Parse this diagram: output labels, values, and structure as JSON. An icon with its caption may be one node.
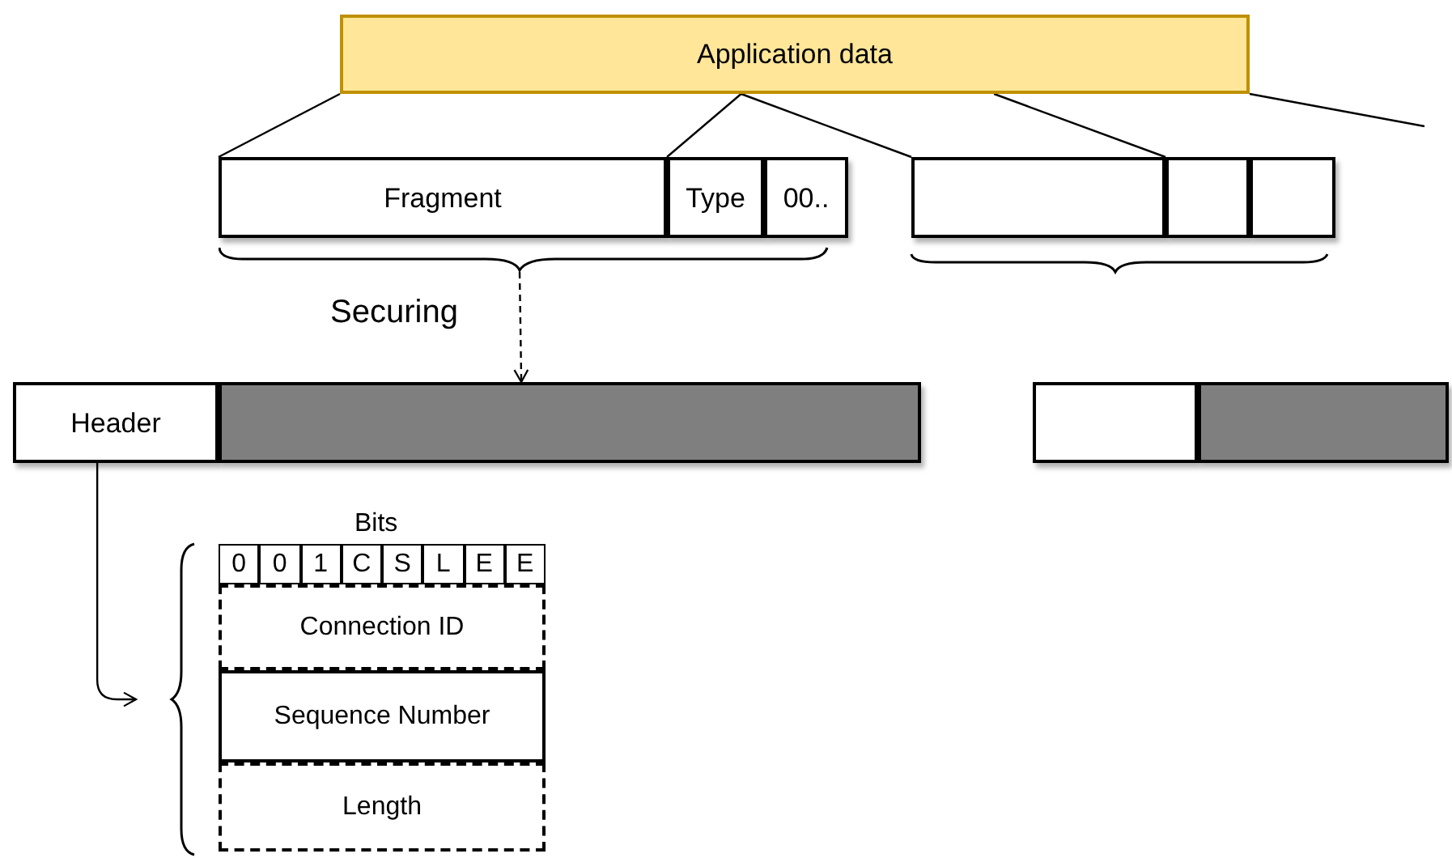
{
  "diagram": {
    "nodes": [
      {
        "text": [
          "Application data"
        ]
      },
      {
        "text": [
          "Fragment"
        ]
      },
      {
        "text": [
          "Type"
        ]
      },
      {
        "text": [
          "00.."
        ]
      },
      {
        "text": [],
        "shape": "box"
      },
      {
        "text": [],
        "shape": "box"
      },
      {
        "text": [],
        "shape": "box"
      },
      {
        "text": [
          "Header"
        ]
      },
      {
        "text": [],
        "shape": "bar"
      },
      {
        "text": [],
        "shape": "box"
      },
      {
        "text": [],
        "shape": "bar"
      },
      {
        "text": [
          "0"
        ]
      },
      {
        "text": [
          "0"
        ]
      },
      {
        "text": [
          "1"
        ]
      },
      {
        "text": [
          "C"
        ]
      },
      {
        "text": [
          "S"
        ]
      },
      {
        "text": [
          "L"
        ]
      },
      {
        "text": [
          "E"
        ]
      },
      {
        "text": [
          "E"
        ]
      },
      {
        "text": [
          "Connection ID"
        ]
      },
      {
        "text": [
          "Sequence Number"
        ]
      },
      {
        "text": [
          "Length"
        ]
      },
      {
        "text": [],
        "shape": "brace"
      }
    ],
    "edges": [
      {
        "from": 0,
        "to": 1,
        "arrow": "none"
      },
      {
        "from": 0,
        "to": 2,
        "arrow": "none"
      },
      {
        "from": 0,
        "to": 4,
        "arrow": "none"
      },
      {
        "from": 0,
        "to": 5,
        "arrow": "none"
      },
      {
        "from": 0,
        "to": null,
        "arrow": "none"
      },
      {
        "from": 22,
        "to": 8,
        "arrow": "to",
        "style": "dashed",
        "label": "Securing"
      },
      {
        "from": 7,
        "to": null,
        "arrow": "to"
      }
    ],
    "labels": [
      "Bits"
    ]
  }
}
